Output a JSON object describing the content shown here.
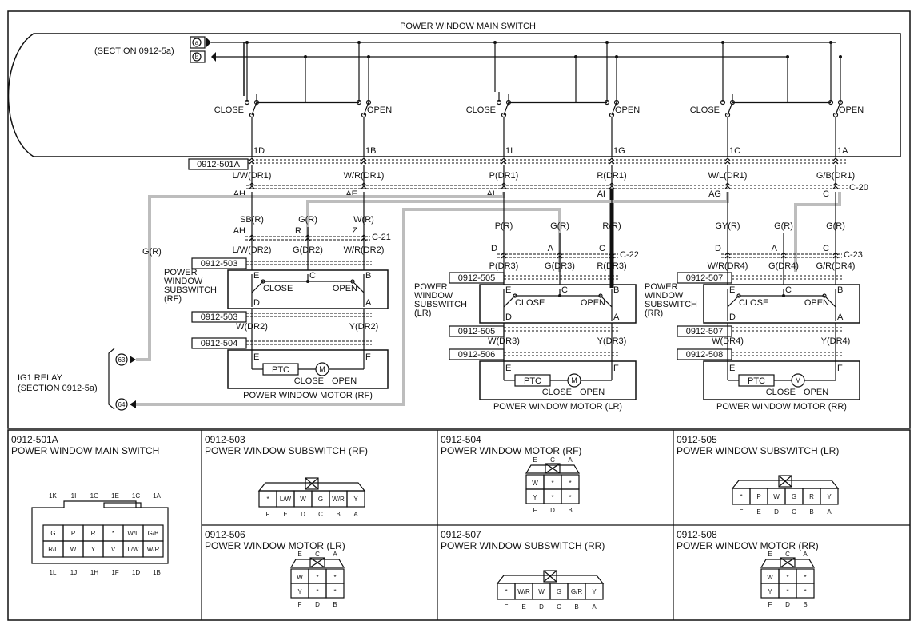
{
  "main_switch": {
    "title": "POWER WINDOW MAIN SWITCH",
    "section_ref": "(SECTION 0912-5a)",
    "terminal_a": "a",
    "terminal_b": "b",
    "close": "CLOSE",
    "open": "OPEN",
    "connector_id": "0912-501A",
    "pins": [
      "1D",
      "1B",
      "1I",
      "1G",
      "1C",
      "1A"
    ],
    "wires": [
      "L/W(DR1)",
      "W/R(DR1)",
      "P(DR1)",
      "R(DR1)",
      "W/L(DR1)",
      "G/B(DR1)"
    ],
    "c20_pins": [
      "AH",
      "AE",
      "AL",
      "AI",
      "AG",
      "C"
    ],
    "c20_label": "C-20"
  },
  "rf": {
    "top_wires": [
      "SB(R)",
      "G(R)",
      "W(R)"
    ],
    "c21_pins": [
      "AH",
      "R",
      "Z"
    ],
    "c21_label": "C-21",
    "dr2_wires": [
      "L/W(DR2)",
      "G(DR2)",
      "W/R(DR2)"
    ],
    "g_r": "G(R)",
    "conn_sub": "0912-503",
    "sub_label": [
      "POWER",
      "WINDOW",
      "SUBSWITCH",
      "(RF)"
    ],
    "sub_pins": [
      "E",
      "C",
      "B",
      "D",
      "A"
    ],
    "conn_sub2": "0912-503",
    "bottom_wires": [
      "W(DR2)",
      "Y(DR2)"
    ],
    "conn_motor": "0912-504",
    "motor_pins": [
      "E",
      "F"
    ],
    "ptc": "PTC",
    "motor": "M",
    "motor_close": "CLOSE",
    "motor_open": "OPEN",
    "motor_title": "POWER WINDOW MOTOR (RF)"
  },
  "lr": {
    "top_wires": [
      "P(R)",
      "G(R)",
      "R(R)"
    ],
    "c22_pins": [
      "D",
      "A",
      "C"
    ],
    "c22_label": "C-22",
    "dr3_wires": [
      "P(DR3)",
      "G(DR3)",
      "R(DR3)"
    ],
    "conn_sub": "0912-505",
    "sub_label": [
      "POWER",
      "WINDOW",
      "SUBSWITCH",
      "(LR)"
    ],
    "sub_pins": [
      "E",
      "C",
      "B",
      "D",
      "A"
    ],
    "conn_sub2": "0912-505",
    "bottom_wires": [
      "W(DR3)",
      "Y(DR3)"
    ],
    "conn_motor": "0912-506",
    "motor_pins": [
      "E",
      "F"
    ],
    "ptc": "PTC",
    "motor": "M",
    "motor_close": "CLOSE",
    "motor_open": "OPEN",
    "motor_title": "POWER WINDOW MOTOR (LR)"
  },
  "rr": {
    "top_wires": [
      "GY(R)",
      "G(R)",
      "G(R)"
    ],
    "c23_pins": [
      "D",
      "A",
      "C"
    ],
    "c23_label": "C-23",
    "dr4_wires": [
      "W/R(DR4)",
      "G(DR4)",
      "G/R(DR4)"
    ],
    "conn_sub": "0912-507",
    "sub_label": [
      "POWER",
      "WINDOW",
      "SUBSWITCH",
      "(RR)"
    ],
    "sub_pins": [
      "E",
      "C",
      "B",
      "D",
      "A"
    ],
    "conn_sub2": "0912-507",
    "bottom_wires": [
      "W(DR4)",
      "Y(DR4)"
    ],
    "conn_motor": "0912-508",
    "motor_pins": [
      "E",
      "F"
    ],
    "ptc": "PTC",
    "motor": "M",
    "motor_close": "CLOSE",
    "motor_open": "OPEN",
    "motor_title": "POWER WINDOW MOTOR (RR)"
  },
  "ig1": {
    "label": "IG1 RELAY",
    "section": "(SECTION 0912-5a)",
    "t63": "63",
    "t64": "64"
  },
  "connectors": {
    "c501a": {
      "id": "0912-501A",
      "name": "POWER WINDOW MAIN SWITCH",
      "top_pins": [
        "1K",
        "1I",
        "1G",
        "1E",
        "1C",
        "1A"
      ],
      "bottom_pins": [
        "1L",
        "1J",
        "1H",
        "1F",
        "1D",
        "1B"
      ],
      "row1": [
        "G",
        "P",
        "R",
        "*",
        "W/L",
        "G/B"
      ],
      "row2": [
        "R/L",
        "W",
        "Y",
        "V",
        "L/W",
        "W/R"
      ]
    },
    "c503": {
      "id": "0912-503",
      "name": "POWER WINDOW SUBSWITCH (RF)",
      "cells": [
        "*",
        "L/W",
        "W",
        "G",
        "W/R",
        "Y"
      ],
      "pins": [
        "F",
        "E",
        "D",
        "C",
        "B",
        "A"
      ]
    },
    "c504": {
      "id": "0912-504",
      "name": "POWER WINDOW MOTOR (RF)",
      "top_pins": [
        "E",
        "C",
        "A"
      ],
      "bottom_pins": [
        "F",
        "D",
        "B"
      ],
      "row1": [
        "W",
        "*",
        "*"
      ],
      "row2": [
        "Y",
        "*",
        "*"
      ]
    },
    "c505": {
      "id": "0912-505",
      "name": "POWER WINDOW SUBSWITCH (LR)",
      "cells": [
        "*",
        "P",
        "W",
        "G",
        "R",
        "Y"
      ],
      "pins": [
        "F",
        "E",
        "D",
        "C",
        "B",
        "A"
      ]
    },
    "c506": {
      "id": "0912-506",
      "name": "POWER WINDOW MOTOR (LR)",
      "top_pins": [
        "E",
        "C",
        "A"
      ],
      "bottom_pins": [
        "F",
        "D",
        "B"
      ],
      "row1": [
        "W",
        "*",
        "*"
      ],
      "row2": [
        "Y",
        "*",
        "*"
      ]
    },
    "c507": {
      "id": "0912-507",
      "name": "POWER WINDOW SUBSWITCH (RR)",
      "cells": [
        "*",
        "W/R",
        "W",
        "G",
        "G/R",
        "Y"
      ],
      "pins": [
        "F",
        "E",
        "D",
        "C",
        "B",
        "A"
      ]
    },
    "c508": {
      "id": "0912-508",
      "name": "POWER WINDOW MOTOR (RR)",
      "top_pins": [
        "E",
        "C",
        "A"
      ],
      "bottom_pins": [
        "F",
        "D",
        "B"
      ],
      "row1": [
        "W",
        "*",
        "*"
      ],
      "row2": [
        "Y",
        "*",
        "*"
      ]
    }
  }
}
